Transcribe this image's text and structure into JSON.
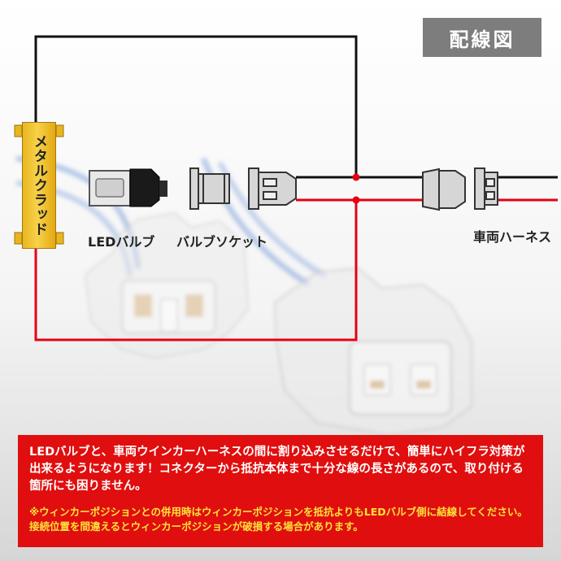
{
  "header": {
    "badge": "配線図"
  },
  "resistor": {
    "label": "メタルクラッド",
    "color": "#f2c230"
  },
  "labels": {
    "led_bulb": "LEDバルブ",
    "bulb_socket": "バルブソケット",
    "vehicle_harness": "車両ハーネス"
  },
  "wires": {
    "positive_color": "#111111",
    "negative_color": "#e60012",
    "junction_color": "#e60012"
  },
  "info": {
    "main": "LEDバルブと、車両ウインカーハーネスの間に割り込みさせるだけで、簡単にハイフラ対策が出来るようになります！コネクターから抵抗本体まで十分な線の長さがあるので、取り付ける箇所にも困りません。",
    "note": "※ウィンカーポジションとの併用時はウィンカーポジションを抵抗よりもLEDバルブ側に結線してください。接続位置を間違えるとウィンカーポジションが破損する場合があります。",
    "background": "#e00e0e"
  }
}
